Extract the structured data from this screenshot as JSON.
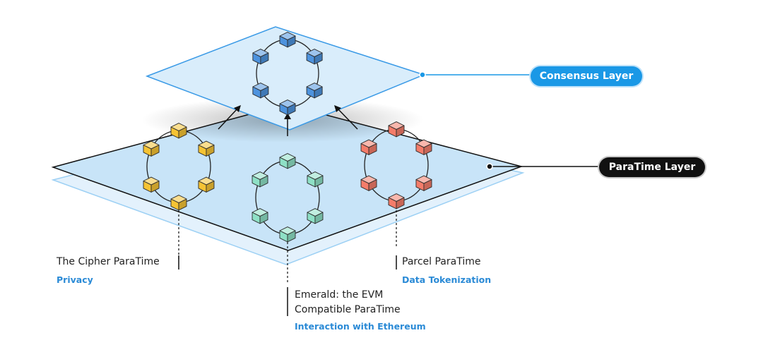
{
  "layers": {
    "consensus": {
      "label": "Consensus Layer",
      "color": "#1a98e6"
    },
    "paratime": {
      "label": "ParaTime Layer",
      "color": "#111111"
    }
  },
  "paratimes": [
    {
      "title": "The Cipher ParaTime",
      "subtitle": "Privacy",
      "color": "#f5c334"
    },
    {
      "title_line1": "Emerald: the EVM",
      "title_line2": "Compatible ParaTime",
      "subtitle": "Interaction with Ethereum",
      "color": "#8ee0c6"
    },
    {
      "title": "Parcel ParaTime",
      "subtitle": "Data Tokenization",
      "color": "#f47c6a"
    }
  ],
  "consensus_nodes_color": "#4d93de",
  "subtitle_color": "#2a8ad6"
}
